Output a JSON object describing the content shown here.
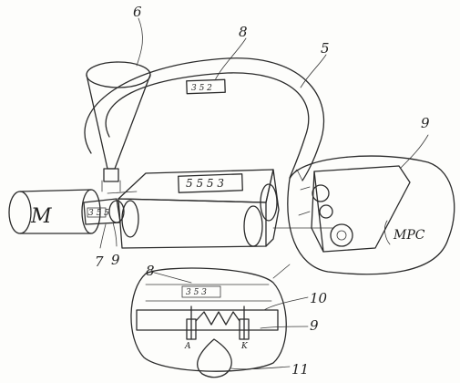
{
  "labels": {
    "n6": "6",
    "n8_top": "8",
    "n5": "5",
    "n9_right": "9",
    "motor": "M",
    "n7": "7",
    "n9_left": "9",
    "n8_bottom": "8",
    "n10": "10",
    "n9_bottom": "9",
    "n11": "11",
    "mps": "МРС"
  },
  "displays": {
    "top_display": "3 5 2",
    "main_display": "5 5 5 3",
    "bottom_display": "3 5 3",
    "small_display": "3 5 5"
  },
  "electrodes": {
    "anode": "A",
    "cathode": "K"
  },
  "colors": {
    "ink": "#2b2b2b",
    "paper": "#fdfdfb"
  }
}
